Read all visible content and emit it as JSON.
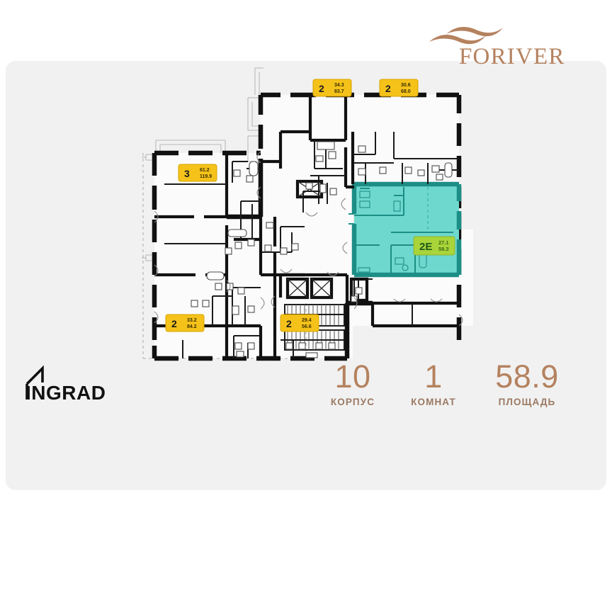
{
  "brand": {
    "name": "FORIVER",
    "wave_icon": "wave-ribbon-icon",
    "color": "#b5estub"
  },
  "developer": {
    "name": "INGRAD",
    "icon": "house-outline-icon"
  },
  "stats": [
    {
      "key": "korpus",
      "value": "10",
      "caption": "КОРПУС"
    },
    {
      "key": "rooms",
      "value": "1",
      "caption": "КОМНАТ"
    },
    {
      "key": "area",
      "value": "58.9",
      "caption": "ПЛОЩАДЬ"
    }
  ],
  "colors": {
    "accent_brown": "#b5825f",
    "caption_brown": "#9b7a64",
    "badge_yellow": "#f5c21a",
    "badge_yellow_stroke": "#d8a400",
    "selected_fill": "#6ed8cf",
    "selected_stroke": "#1d8e85",
    "selected_badge": "#a9d43a",
    "wall": "#111111",
    "card_bg": "#f1f1f1",
    "page_bg": "#ffffff"
  },
  "floorplan": {
    "title": "floor-plan",
    "selected_unit": {
      "badge_label": "2E",
      "rooms_num": "27.1",
      "area_total": "58.3"
    },
    "units": [
      {
        "id": "u-top-left",
        "badge_label": "2",
        "rooms_num": "34.3",
        "area_total": "83.7"
      },
      {
        "id": "u-top-right",
        "badge_label": "2",
        "rooms_num": "30.6",
        "area_total": "68.0"
      },
      {
        "id": "u-left",
        "badge_label": "3",
        "rooms_num": "61.2",
        "area_total": "119.9"
      },
      {
        "id": "u-bottom-left",
        "badge_label": "2",
        "rooms_num": "33.2",
        "area_total": "84.2"
      },
      {
        "id": "u-bottom-mid",
        "badge_label": "2",
        "rooms_num": "29.4",
        "area_total": "56.6"
      }
    ]
  }
}
